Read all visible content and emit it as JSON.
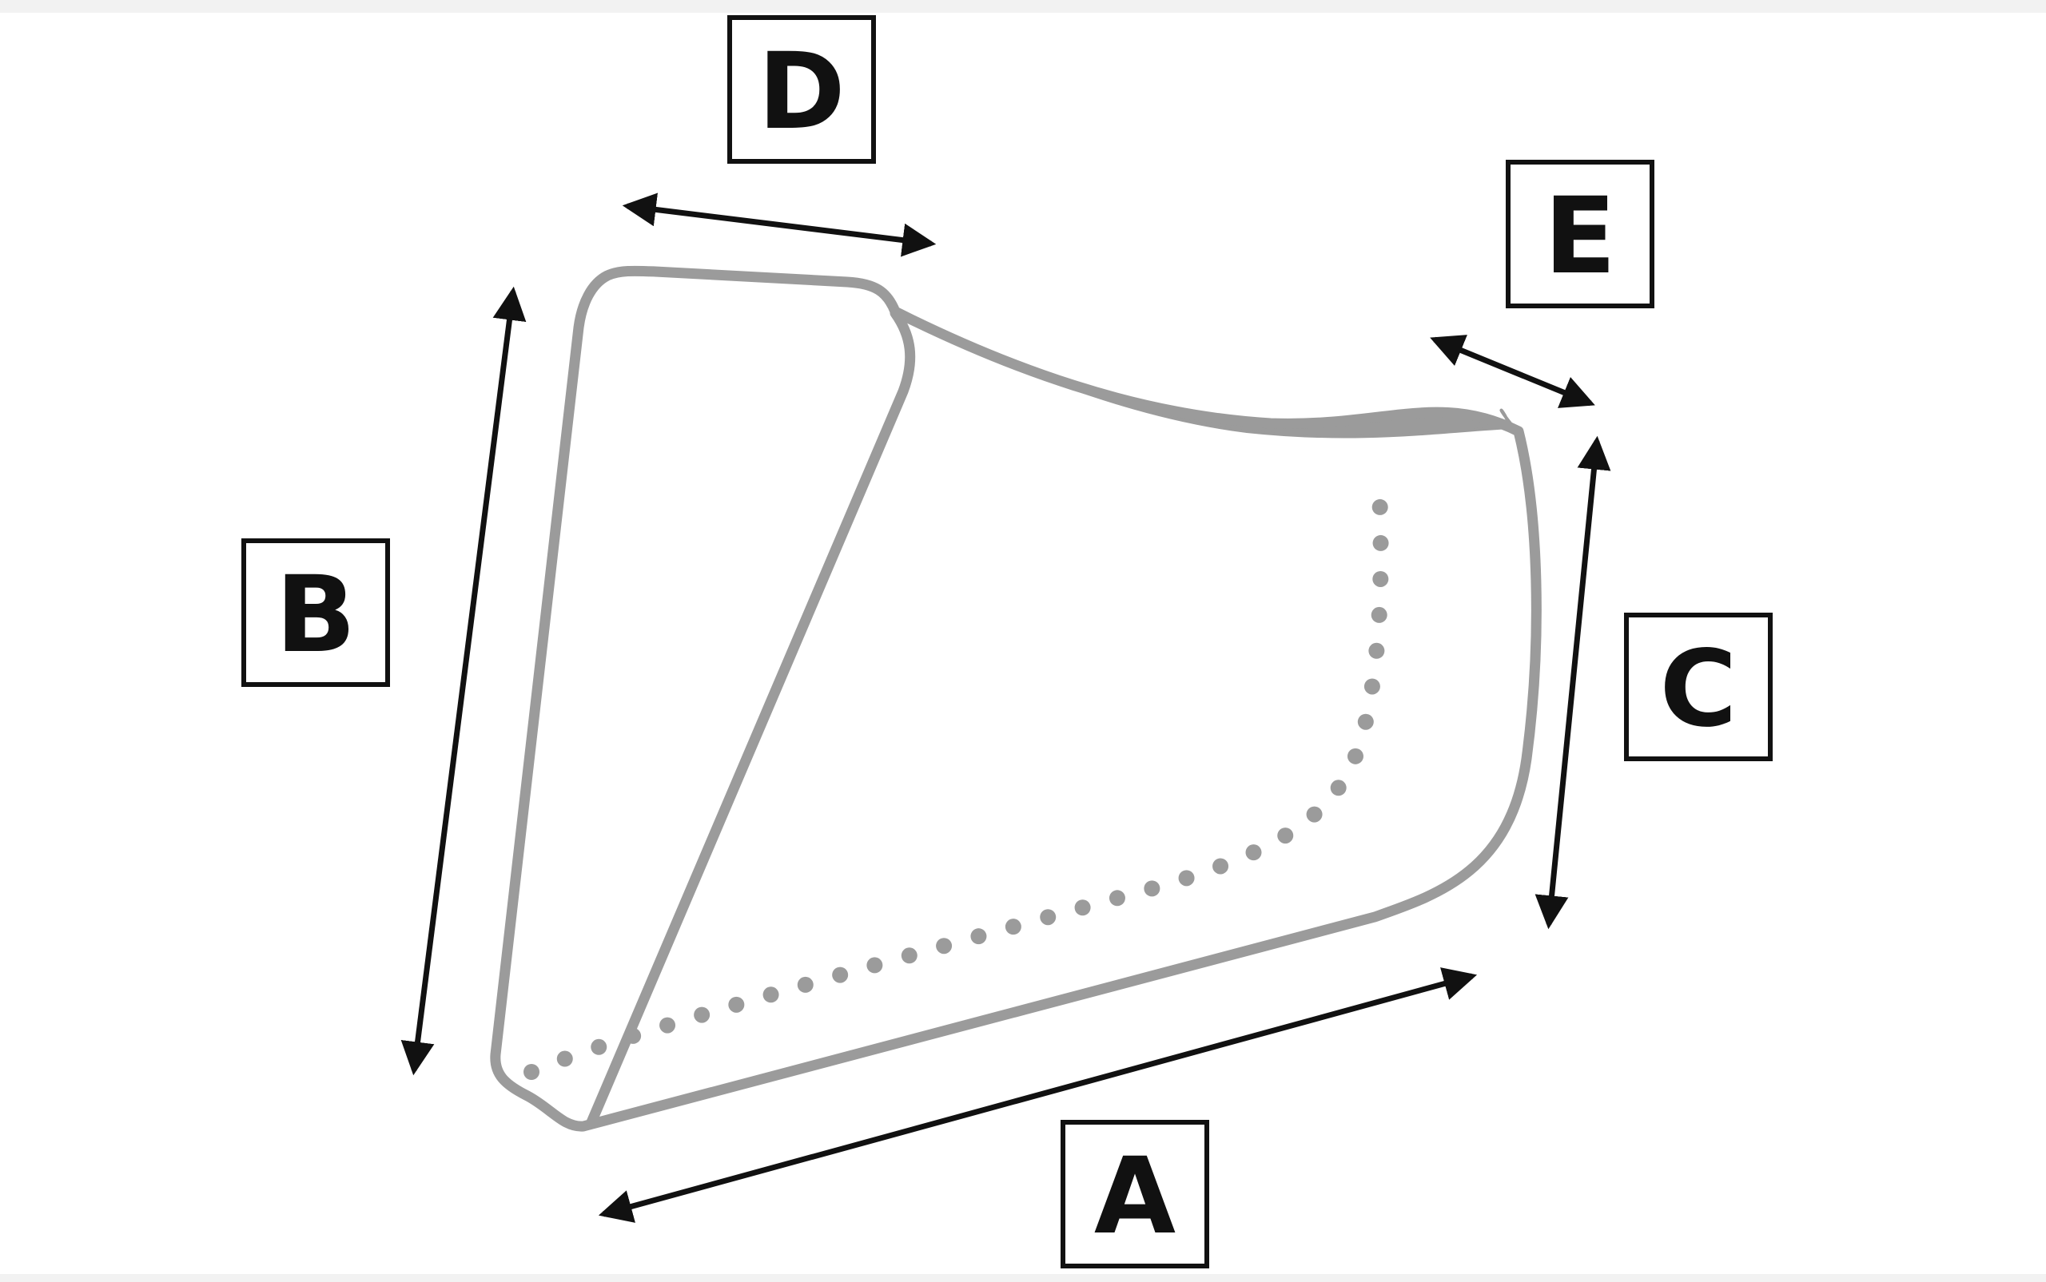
{
  "labels": {
    "a": "A",
    "b": "B",
    "c": "C",
    "d": "D",
    "e": "E"
  },
  "colors": {
    "outline": "#9b9b9b",
    "ink": "#111111",
    "background": "#ffffff"
  }
}
